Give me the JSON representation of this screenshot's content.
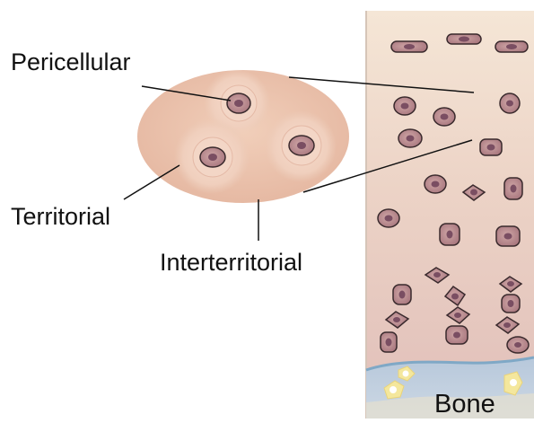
{
  "labels": {
    "pericellular": "Pericellular",
    "territorial": "Territorial",
    "interterritorial": "Interterritorial",
    "bone": "Bone"
  },
  "colors": {
    "matrix_top": "#f3e0cd",
    "matrix_bottom": "#e6c9bd",
    "tissue_edge": "#d8c4b6",
    "cluster_fill": "#ecc1aa",
    "territorial_halo": "#f2d2c2",
    "cell_fill": "#b98a8f",
    "cell_stroke": "#3a2a2d",
    "nucleus_fill": "#7a4e62",
    "tidemark": "#8fb8d6",
    "bone_fill": "#c7d3e0",
    "bone_lacuna": "#fbf0a8",
    "leader_line": "#111111"
  }
}
